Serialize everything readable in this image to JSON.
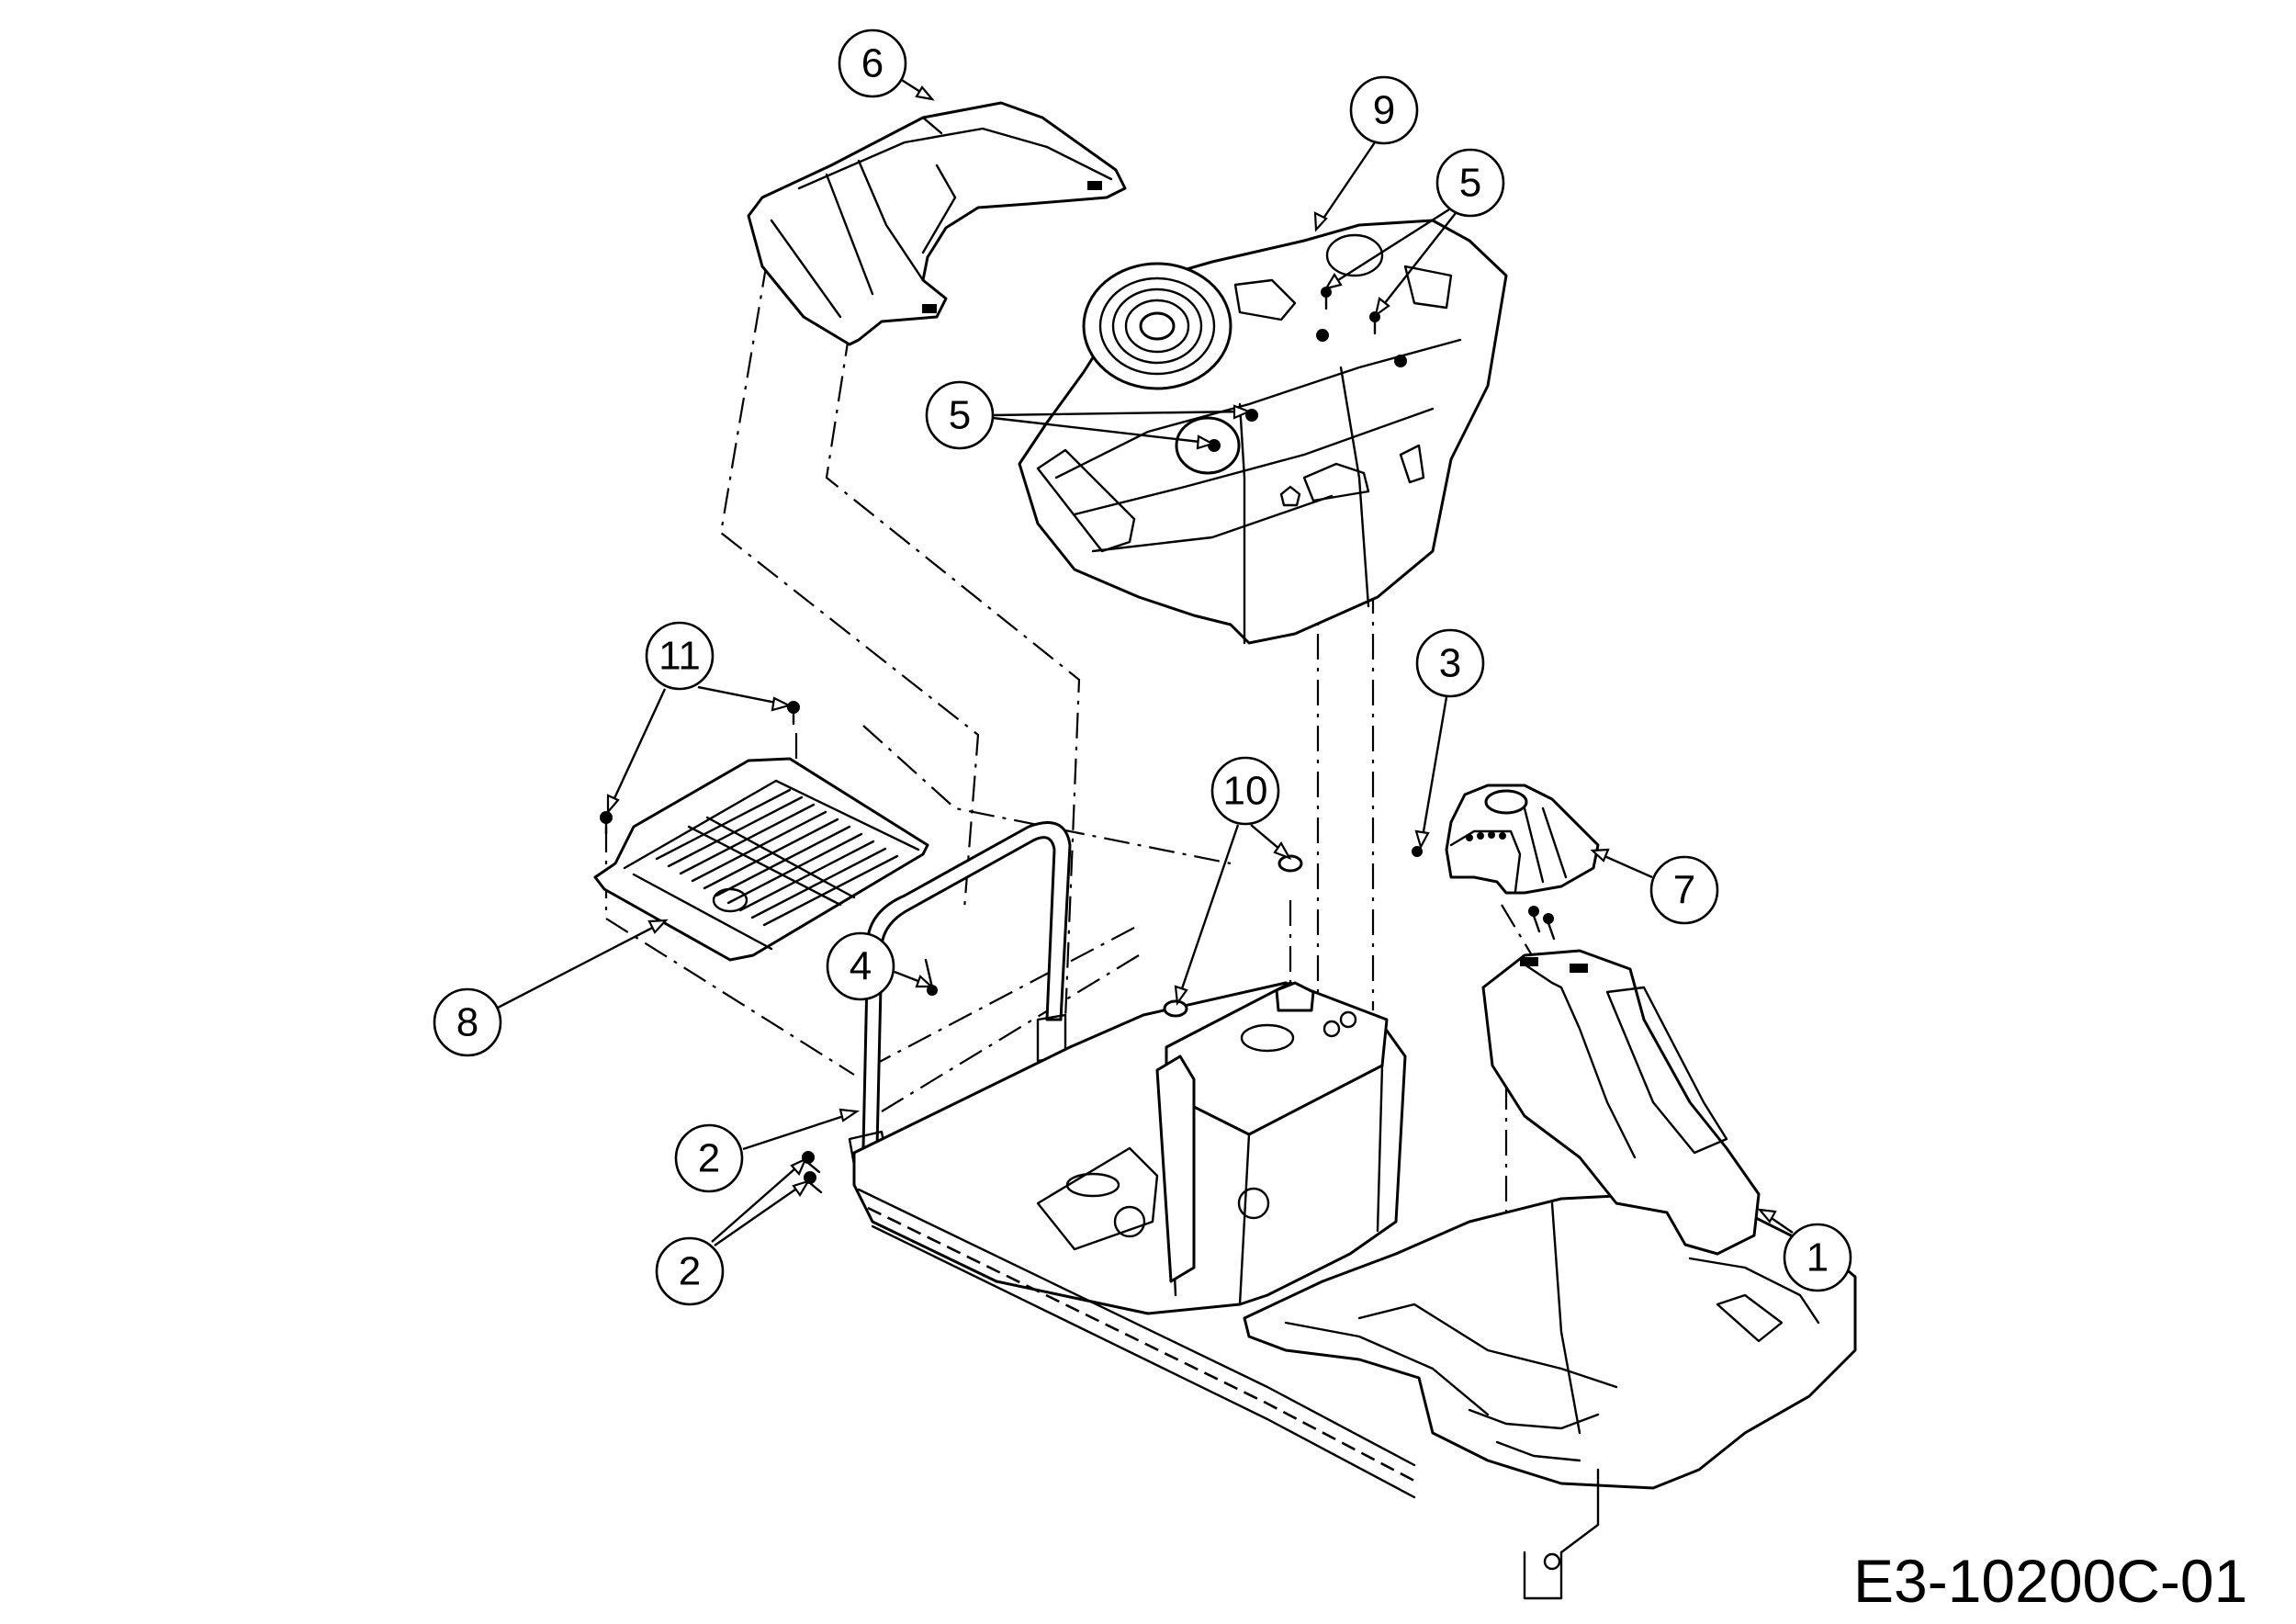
{
  "diagram": {
    "type": "exploded parts diagram",
    "code": "E3-10200C-01",
    "colors": {
      "line": "#000000",
      "background": "#ffffff"
    },
    "callouts": [
      {
        "id": "callout-6",
        "label": "6",
        "part": "rear body cover"
      },
      {
        "id": "callout-9",
        "label": "9",
        "part": "engine hood / body shell"
      },
      {
        "id": "callout-5a",
        "label": "5",
        "part": "fasteners (upper right)"
      },
      {
        "id": "callout-5b",
        "label": "5",
        "part": "fasteners (left)"
      },
      {
        "id": "callout-11",
        "label": "11",
        "part": "clips for foot platform"
      },
      {
        "id": "callout-3",
        "label": "3",
        "part": "clip"
      },
      {
        "id": "callout-10",
        "label": "10",
        "part": "bumpers"
      },
      {
        "id": "callout-7",
        "label": "7",
        "part": "steering column cover"
      },
      {
        "id": "callout-4",
        "label": "4",
        "part": "pin"
      },
      {
        "id": "callout-8",
        "label": "8",
        "part": "foot platform / grille"
      },
      {
        "id": "callout-2a",
        "label": "2",
        "part": "handle bar bracket"
      },
      {
        "id": "callout-2b",
        "label": "2",
        "part": "screws"
      },
      {
        "id": "callout-1",
        "label": "1",
        "part": "front dashboard / console"
      }
    ]
  }
}
